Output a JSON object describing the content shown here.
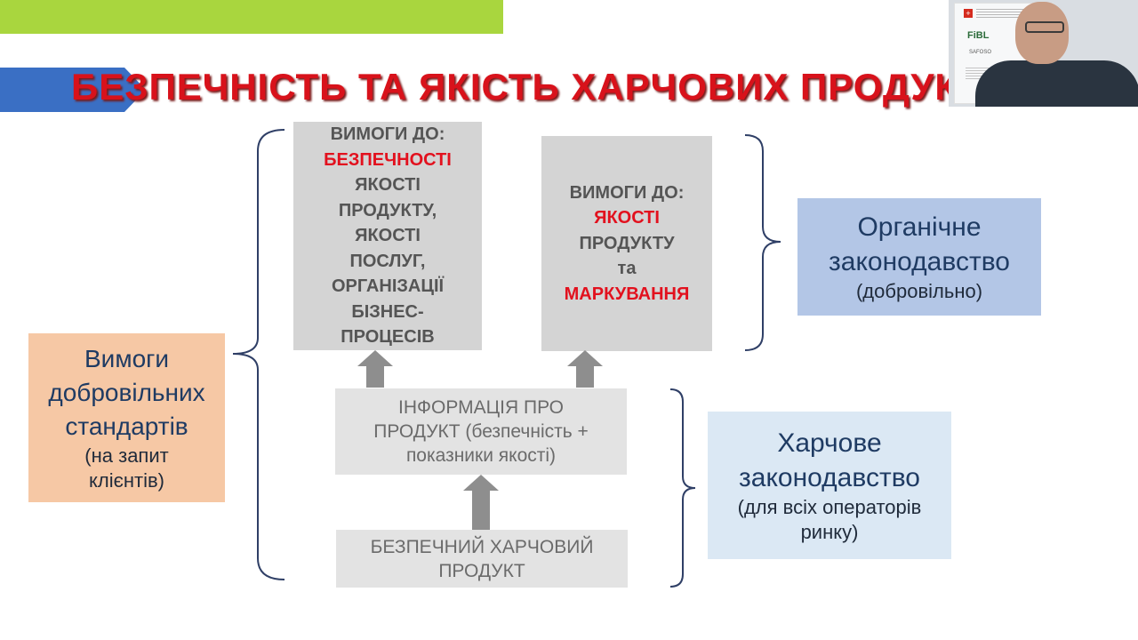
{
  "slide": {
    "title": "БЕЗПЕЧНІСТЬ ТА ЯКІСТЬ ХАРЧОВИХ ПРОДУКТІВ",
    "colors": {
      "title_red": "#d8121b",
      "accent_green": "#a9d63e",
      "accent_blue": "#3a6fc4"
    }
  },
  "boxes": {
    "req_safety": {
      "line1": "ВИМОГИ ДО:",
      "highlight": "БЕЗПЕЧНОСТІ",
      "lines": [
        "ЯКОСТІ",
        "ПРОДУКТУ,",
        "ЯКОСТІ",
        "ПОСЛУГ,",
        "ОРГАНІЗАЦІЇ",
        "БІЗНЕС-",
        "ПРОЦЕСІВ"
      ]
    },
    "req_quality": {
      "line1": "ВИМОГИ ДО:",
      "highlight1": "ЯКОСТІ",
      "line2": "ПРОДУКТУ",
      "line3": "та",
      "highlight2": "МАРКУВАННЯ"
    },
    "product_info": {
      "lines": [
        "ІНФОРМАЦІЯ ПРО",
        "ПРОДУКТ (безпечність +",
        "показники якості)"
      ]
    },
    "safe_product": {
      "lines": [
        "БЕЗПЕЧНИЙ ХАРЧОВИЙ",
        "ПРОДУКТ"
      ]
    },
    "voluntary": {
      "lines": [
        "Вимоги",
        "добровільних",
        "стандартів"
      ],
      "sub": [
        "(на запит",
        "клієнтів)"
      ]
    },
    "organic": {
      "lines": [
        "Органічне",
        "законодавство"
      ],
      "sub": "(добровільно)"
    },
    "food_law": {
      "lines": [
        "Харчове",
        "законодавство"
      ],
      "sub": [
        "(для всіх операторів",
        "ринку)"
      ]
    }
  },
  "video": {
    "logos": [
      "FiBL",
      "SAFOSO"
    ]
  }
}
